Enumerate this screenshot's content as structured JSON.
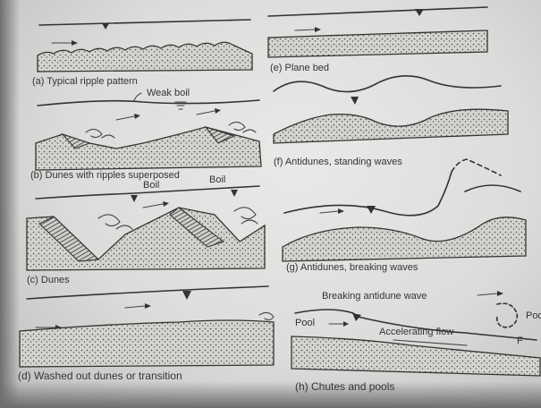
{
  "panels": {
    "a": {
      "caption": "(a) Typical ripple pattern"
    },
    "b": {
      "caption": "(b) Dunes with ripples superposed",
      "label": "Weak boil"
    },
    "c": {
      "caption": "(c) Dunes",
      "label1": "Boil",
      "label2": "Boil"
    },
    "d": {
      "caption": "(d) Washed out dunes or transition"
    },
    "e": {
      "caption": "(e) Plane bed"
    },
    "f": {
      "caption": "(f) Antidunes, standing waves"
    },
    "g": {
      "caption": "(g) Antidunes, breaking waves"
    },
    "h": {
      "caption": "(h) Chutes and pools",
      "label_wave": "Breaking antidune wave",
      "label_pool": "Pool",
      "label_flow": "Accelerating flow",
      "label_pool_right": "Pod",
      "label_f": "F"
    }
  }
}
